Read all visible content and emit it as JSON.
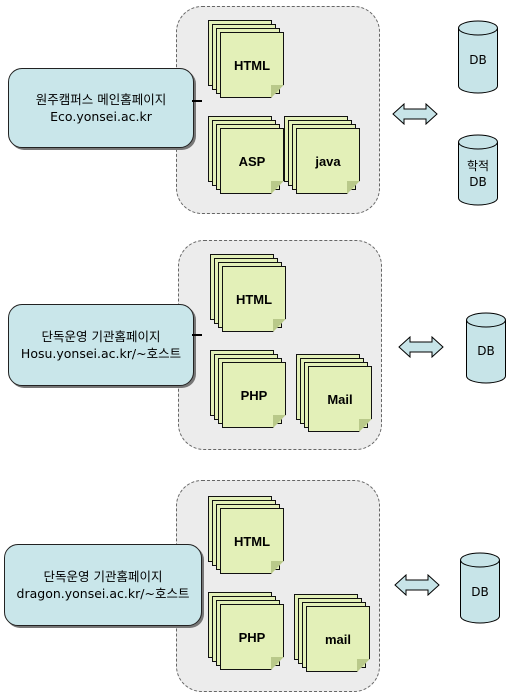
{
  "colors": {
    "site_box": "#c9e6ea",
    "container": "#ececec",
    "document": "#e3f0b8",
    "database": "#c7e4e8",
    "arrow": "#c7e4e8"
  },
  "sections": [
    {
      "site": {
        "line1": "원주캠퍼스 메인홈페이지",
        "line2": "Eco.yonsei.ac.kr"
      },
      "docs": [
        "HTML",
        "ASP",
        "java"
      ],
      "dbs": [
        {
          "line1": "DB",
          "line2": ""
        },
        {
          "line1": "학적",
          "line2": "DB"
        }
      ]
    },
    {
      "site": {
        "line1": "단독운영 기관홈페이지",
        "line2": "Hosu.yonsei.ac.kr/~호스트"
      },
      "docs": [
        "HTML",
        "PHP",
        "Mail"
      ],
      "dbs": [
        {
          "line1": "DB",
          "line2": ""
        }
      ]
    },
    {
      "site": {
        "line1": "단독운영 기관홈페이지",
        "line2": "dragon.yonsei.ac.kr/~호스트"
      },
      "docs": [
        "HTML",
        "PHP",
        "mail"
      ],
      "dbs": [
        {
          "line1": "DB",
          "line2": ""
        }
      ]
    }
  ]
}
